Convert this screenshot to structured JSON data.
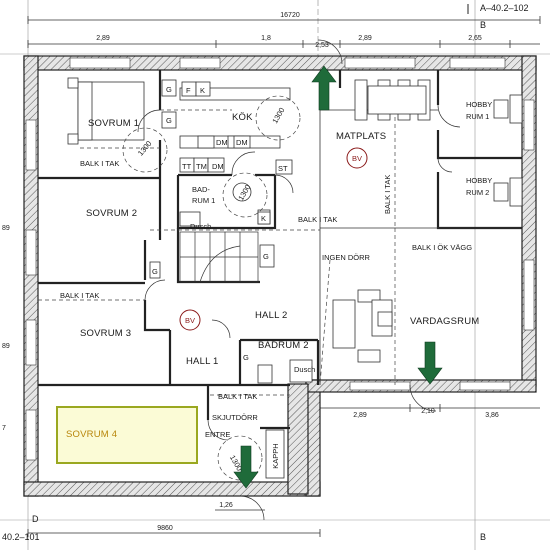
{
  "rooms": {
    "sovrum1": "SOVRUM 1",
    "sovrum2": "SOVRUM 2",
    "sovrum3": "SOVRUM 3",
    "sovrum4": "SOVRUM 4",
    "kok": "KÖK",
    "matplats": "MATPLATS",
    "badrum1_a": "BAD-",
    "badrum1_b": "RUM 1",
    "badrum2": "BADRUM 2",
    "hall1": "HALL 1",
    "hall2": "HALL 2",
    "vardagsrum": "VARDAGSRUM",
    "hobby1_a": "HOBBY",
    "hobby1_b": "RUM 1",
    "hobby2_a": "HOBBY",
    "hobby2_b": "RUM 2",
    "entre": "ENTRE",
    "kapph": "KAPPH"
  },
  "notes": {
    "balk_i_tak": "BALK I TAK",
    "balk_ok_vagg": "BALK I ÖK VÄGG",
    "ingen_dorr": "INGEN DÖRR",
    "skjutdorr": "SKJUTDÖRR",
    "dusch": "Dusch",
    "bv": "BV"
  },
  "fixtures": {
    "g": "G",
    "f": "F",
    "k": "K",
    "dm": "DM",
    "tt": "TT",
    "tm": "TM",
    "st": "ST",
    "k_small": "K"
  },
  "door_swing": "1300",
  "dimensions": {
    "top_total": "16720",
    "top_1": "2,89",
    "top_2": "1,8",
    "top_3": "2,53",
    "top_4": "2,89",
    "top_5": "2,65",
    "bottom_total": "9860",
    "bottom_1": "1,26",
    "mid_1": "2,89",
    "mid_2": "2,10",
    "mid_3": "3,86",
    "left_a": "89",
    "left_b": "89",
    "left_c": "7"
  },
  "axes": {
    "top_right": "A–40.2–102",
    "b_top": "B",
    "b_bottom": "B",
    "bottom_left": "40.2–101",
    "d": "D"
  }
}
